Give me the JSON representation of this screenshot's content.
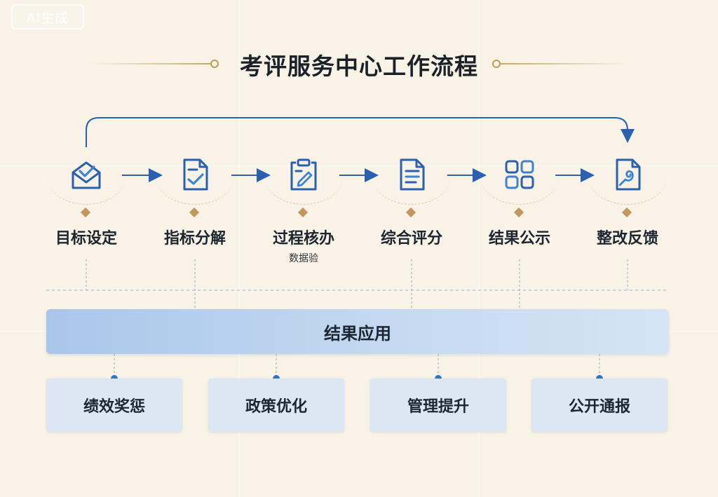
{
  "watermark": "AI生成",
  "title": "考评服务中心工作流程",
  "steps": [
    {
      "label": "目标设定",
      "icon": "envelope-check-icon"
    },
    {
      "label": "指标分解",
      "icon": "document-check-icon"
    },
    {
      "label": "过程核办",
      "sub": "数据验",
      "icon": "clipboard-edit-icon"
    },
    {
      "label": "综合评分",
      "icon": "document-lines-icon"
    },
    {
      "label": "结果公示",
      "icon": "grid-squares-icon"
    },
    {
      "label": "整改反馈",
      "icon": "document-curl-icon"
    }
  ],
  "band": {
    "label": "结果应用"
  },
  "outcomes": [
    {
      "label": "绩效奖惩"
    },
    {
      "label": "政策优化"
    },
    {
      "label": "管理提升"
    },
    {
      "label": "公开通报"
    }
  ],
  "colors": {
    "accent_blue": "#2b5fb0",
    "gold": "#c1975b",
    "band": "#b8d0ee",
    "card": "#dce7f3",
    "background": "#f8f3e6"
  }
}
